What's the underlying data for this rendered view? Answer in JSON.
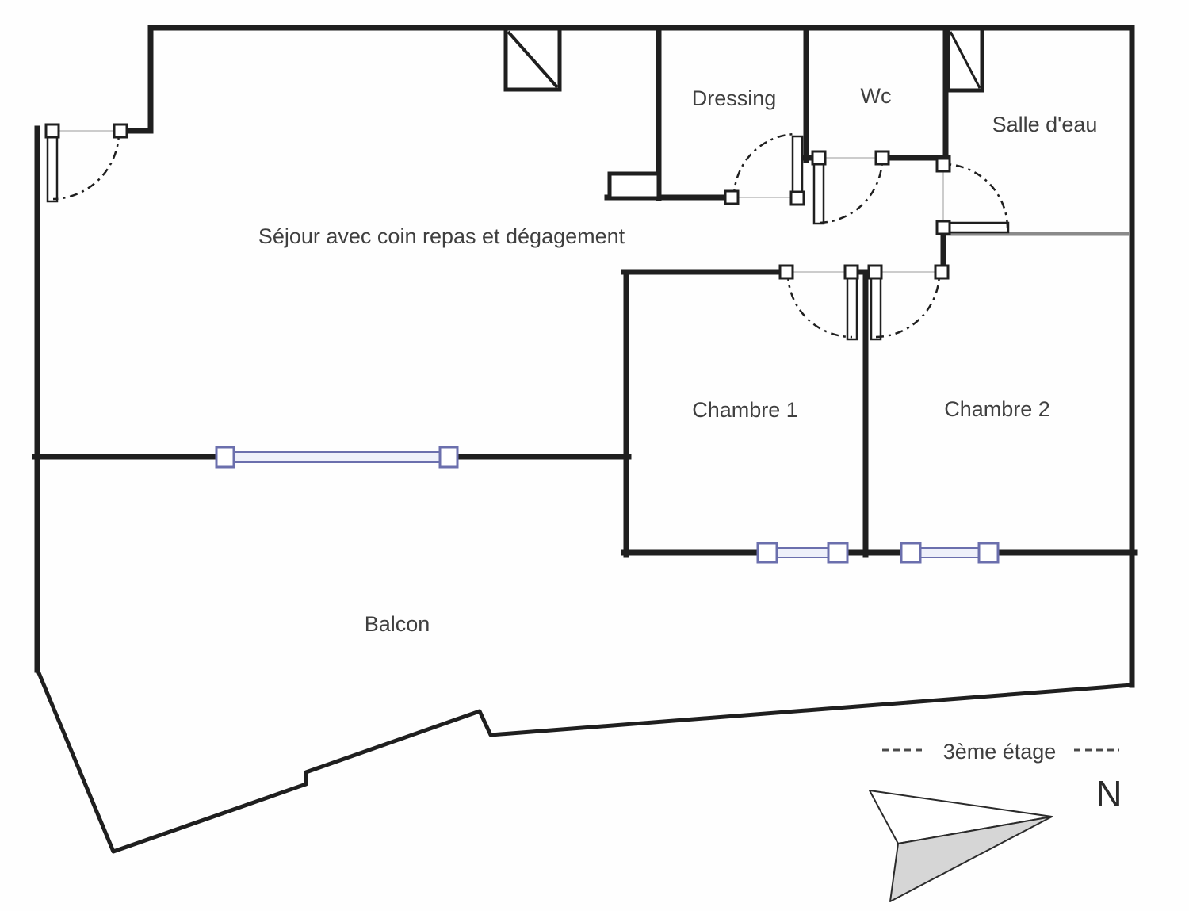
{
  "plan": {
    "type": "floor-plan",
    "rooms": {
      "sejour": "Séjour avec coin repas et dégagement",
      "dressing": "Dressing",
      "wc": "Wc",
      "salle_deau": "Salle d'eau",
      "chambre1": "Chambre 1",
      "chambre2": "Chambre 2",
      "balcon": "Balcon"
    },
    "legend": {
      "floor": "3ème étage",
      "north": "N"
    }
  },
  "colors": {
    "wall": "#1f1f1f",
    "gray_wall": "#8a8a8a",
    "window": "#6b6fad",
    "window_fill": "#eef0fa",
    "opening": "#cccccc",
    "compass_fill": "#d6d6d6",
    "label": "#3f3f3f"
  }
}
